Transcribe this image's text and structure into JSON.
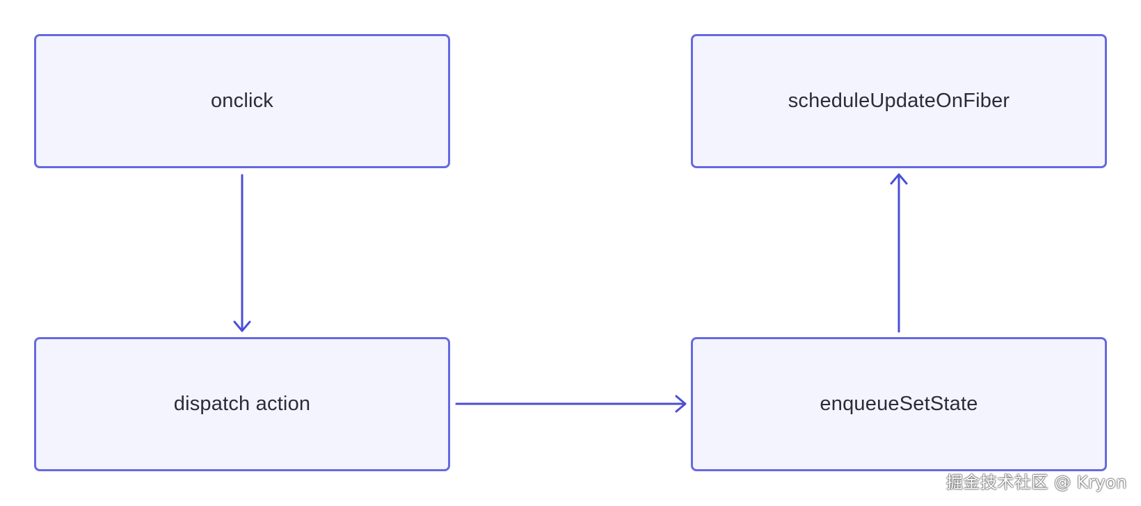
{
  "nodes": {
    "onclick": "onclick",
    "schedule": "scheduleUpdateOnFiber",
    "dispatch": "dispatch action",
    "enqueue": "enqueueSetState"
  },
  "colors": {
    "node_border": "#6668e0",
    "node_fill": "#f3f4fe",
    "edge": "#4a4ed6",
    "text": "#2b2b3a"
  },
  "watermark": "掘金技术社区 @ Kryon"
}
